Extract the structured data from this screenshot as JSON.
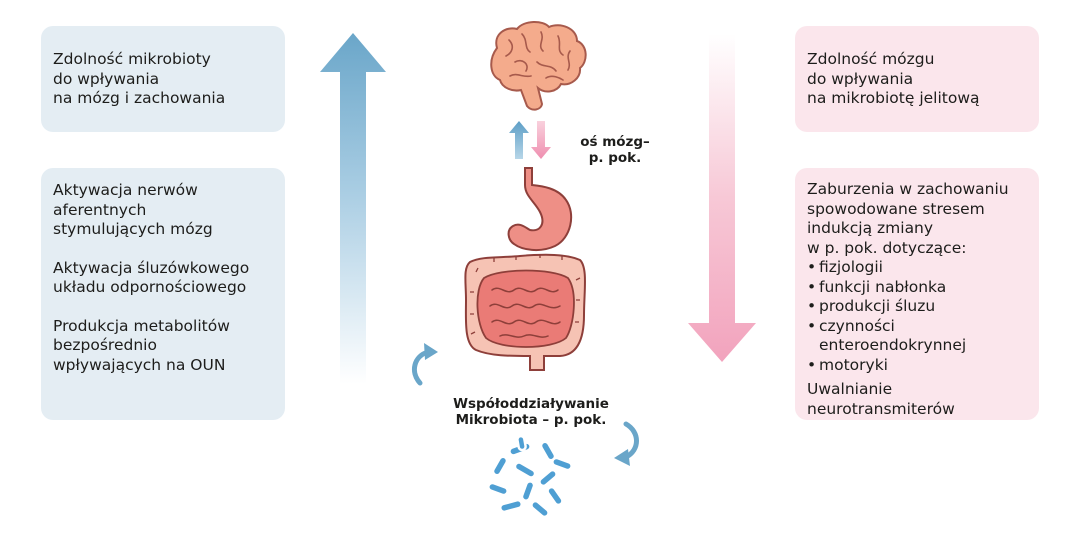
{
  "left_boxes": {
    "top": {
      "text": "Zdolność mikrobioty\ndo wpływania\nna mózg i zachowania"
    },
    "bottom": {
      "items": [
        "Aktywacja nerwów\naferentnych\nstymulujących mózg",
        "Aktywacja śluzówkowego\nukładu odpornościowego",
        "Produkcja metabolitów\nbezpośrednio\nwpływających na OUN"
      ]
    }
  },
  "right_boxes": {
    "top": {
      "text": "Zdolność mózgu\ndo wpływania\nna mikrobiotę jelitową"
    },
    "bottom": {
      "intro": "Zaburzenia w zachowaniu\nspowodowane stresem\nindukcją zmiany\nw p. pok. dotyczące:",
      "bullets": [
        "fizjologii",
        "funkcji nabłonka",
        "produkcji śluzu",
        "czynności\nenteroendokrynnej",
        "motoryki"
      ],
      "outro": "Uwalnianie\nneurotransmiterów"
    }
  },
  "center": {
    "axis_label": "oś mózg–\np. pok.",
    "interaction_label": "Współoddziaływanie\nMikrobiota – p. pok."
  },
  "colors": {
    "blue_box": "#e4edf3",
    "pink_box": "#fbe6ec",
    "blue_arrow": "#6aa6c9",
    "pink_arrow": "#f2a7bf",
    "microbe_blue": "#4f9fd3"
  }
}
